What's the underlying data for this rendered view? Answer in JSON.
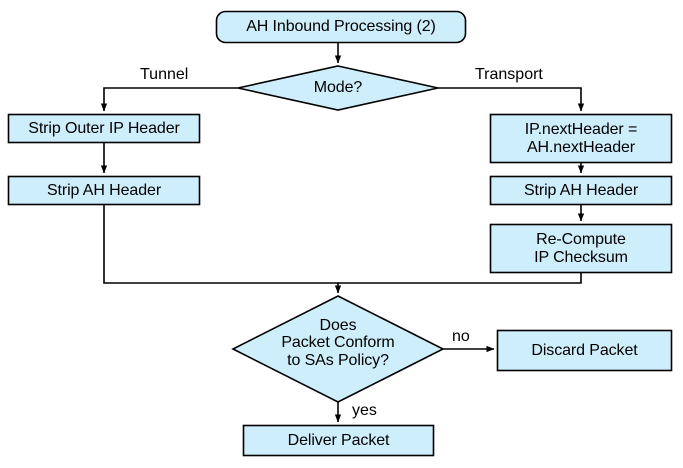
{
  "diagram": {
    "type": "flowchart",
    "title": "AH Inbound Processing (2)",
    "colors": {
      "node_fill": "#cfeefb",
      "node_stroke": "#000000",
      "edge_stroke": "#000000",
      "text": "#000000",
      "background": "#ffffff"
    },
    "nodes": [
      {
        "id": "start",
        "shape": "rounded-rectangle",
        "label": "AH Inbound Processing (2)"
      },
      {
        "id": "mode",
        "shape": "diamond",
        "label": "Mode?"
      },
      {
        "id": "strip-outer-ip-header",
        "shape": "rectangle",
        "label": "Strip Outer IP Header"
      },
      {
        "id": "strip-ah-header-tunnel",
        "shape": "rectangle",
        "label": "Strip AH Header"
      },
      {
        "id": "ip-nextheader",
        "shape": "rectangle",
        "label": "IP.nextHeader =\nAH.nextHeader"
      },
      {
        "id": "strip-ah-header-transport",
        "shape": "rectangle",
        "label": "Strip AH Header"
      },
      {
        "id": "recompute-ip-checksum",
        "shape": "rectangle",
        "label": "Re-Compute\nIP Checksum"
      },
      {
        "id": "conform-check",
        "shape": "diamond",
        "label": "Does\nPacket Conform\nto SAs Policy?"
      },
      {
        "id": "discard-packet",
        "shape": "rectangle",
        "label": "Discard Packet"
      },
      {
        "id": "deliver-packet",
        "shape": "rectangle",
        "label": "Deliver Packet"
      }
    ],
    "edge_labels": {
      "tunnel": "Tunnel",
      "transport": "Transport",
      "no": "no",
      "yes": "yes"
    },
    "edges": [
      {
        "from": "start",
        "to": "mode",
        "label": ""
      },
      {
        "from": "mode",
        "to": "strip-outer-ip-header",
        "label": "Tunnel"
      },
      {
        "from": "mode",
        "to": "ip-nextheader",
        "label": "Transport"
      },
      {
        "from": "strip-outer-ip-header",
        "to": "strip-ah-header-tunnel",
        "label": ""
      },
      {
        "from": "ip-nextheader",
        "to": "strip-ah-header-transport",
        "label": ""
      },
      {
        "from": "strip-ah-header-transport",
        "to": "recompute-ip-checksum",
        "label": ""
      },
      {
        "from": "strip-ah-header-tunnel",
        "to": "conform-check",
        "label": ""
      },
      {
        "from": "recompute-ip-checksum",
        "to": "conform-check",
        "label": ""
      },
      {
        "from": "conform-check",
        "to": "discard-packet",
        "label": "no"
      },
      {
        "from": "conform-check",
        "to": "deliver-packet",
        "label": "yes"
      }
    ]
  }
}
